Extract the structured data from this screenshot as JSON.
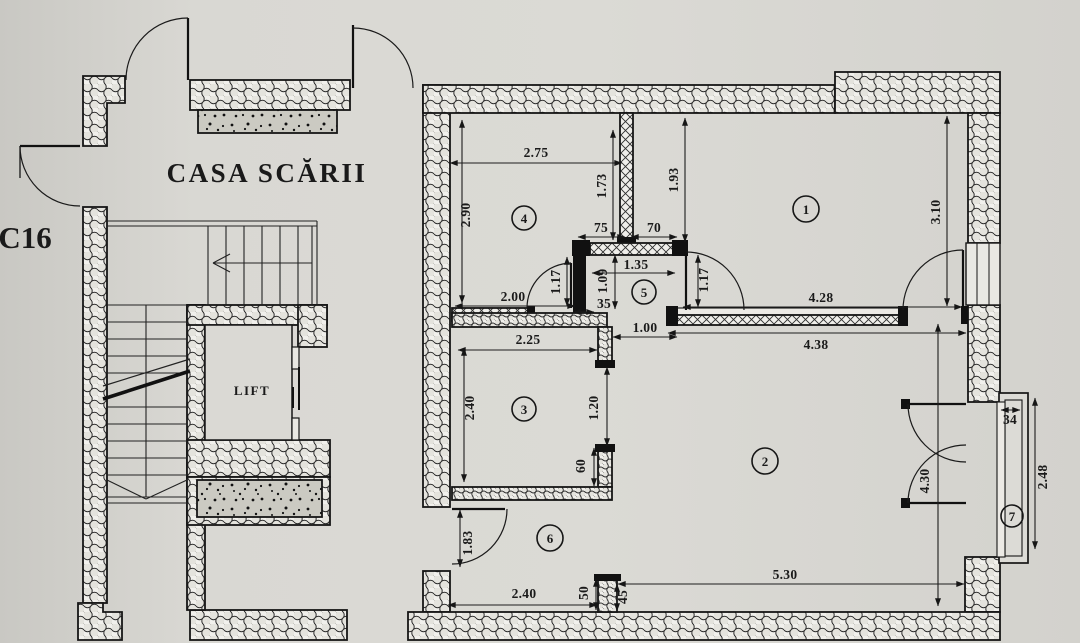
{
  "page": {
    "background": "#d8d7d2",
    "ink": "#1a1a1a"
  },
  "labels": {
    "title": "CASA SCĂRII",
    "block": "C16",
    "lift": "LIFT"
  },
  "rooms": {
    "r1": "1",
    "r2": "2",
    "r3": "3",
    "r4": "4",
    "r5": "5",
    "r6": "6",
    "r7": "7"
  },
  "dims": {
    "room4_top": "2.75",
    "room4_left": "2.90",
    "room4_right": "1.73",
    "room4_bottom": "2.00",
    "room1_left": "1.93",
    "room1_right": "3.10",
    "stub_left": "75",
    "stub_right": "70",
    "hall_top": "1.35",
    "hall_left": "1.09",
    "door4_width": "1.17",
    "door5_width": "1.17",
    "jamb": "35",
    "passage": "1.00",
    "corridor_top": "4.28",
    "corridor_bottom": "4.38",
    "room3_top": "2.25",
    "room3_left": "2.40",
    "room3_right_opening": "1.20",
    "room3_right_stub": "60",
    "balcony_depth": "34",
    "balcony_length": "2.48",
    "room2_right": "4.30",
    "entry_door": "1.83",
    "room6_bottom": "2.40",
    "pier_height": "50",
    "pier_width": "45",
    "room2_bottom": "5.30"
  }
}
